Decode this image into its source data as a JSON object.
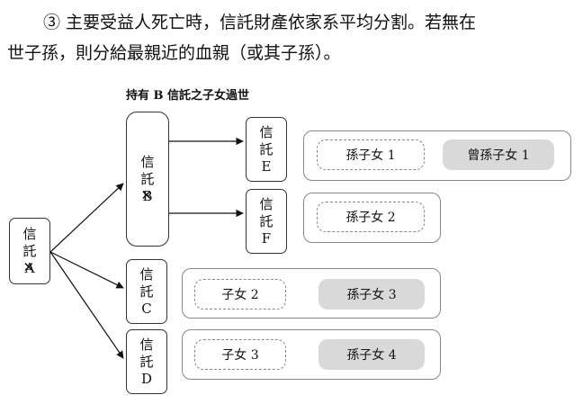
{
  "text": {
    "line1": "③ 主要受益人死亡時，信託財產依家系平均分割。若無在",
    "line2": "世子孫，則分給最親近的血親（或其子孫）。"
  },
  "diagram": {
    "caption": "持有 B 信託之子女過世",
    "trust_char1": "信",
    "trust_char2": "託",
    "trust_a": "A",
    "trust_b": "B",
    "trust_c": "C",
    "trust_d": "D",
    "trust_e": "E",
    "trust_f": "F",
    "grandchild_1": "孫子女 1",
    "great_grandchild_1": "曾孫子女 1",
    "grandchild_2": "孫子女 2",
    "child_2": "子女 2",
    "grandchild_3": "孫子女 3",
    "child_3": "子女 3",
    "grandchild_4": "孫子女 4"
  }
}
